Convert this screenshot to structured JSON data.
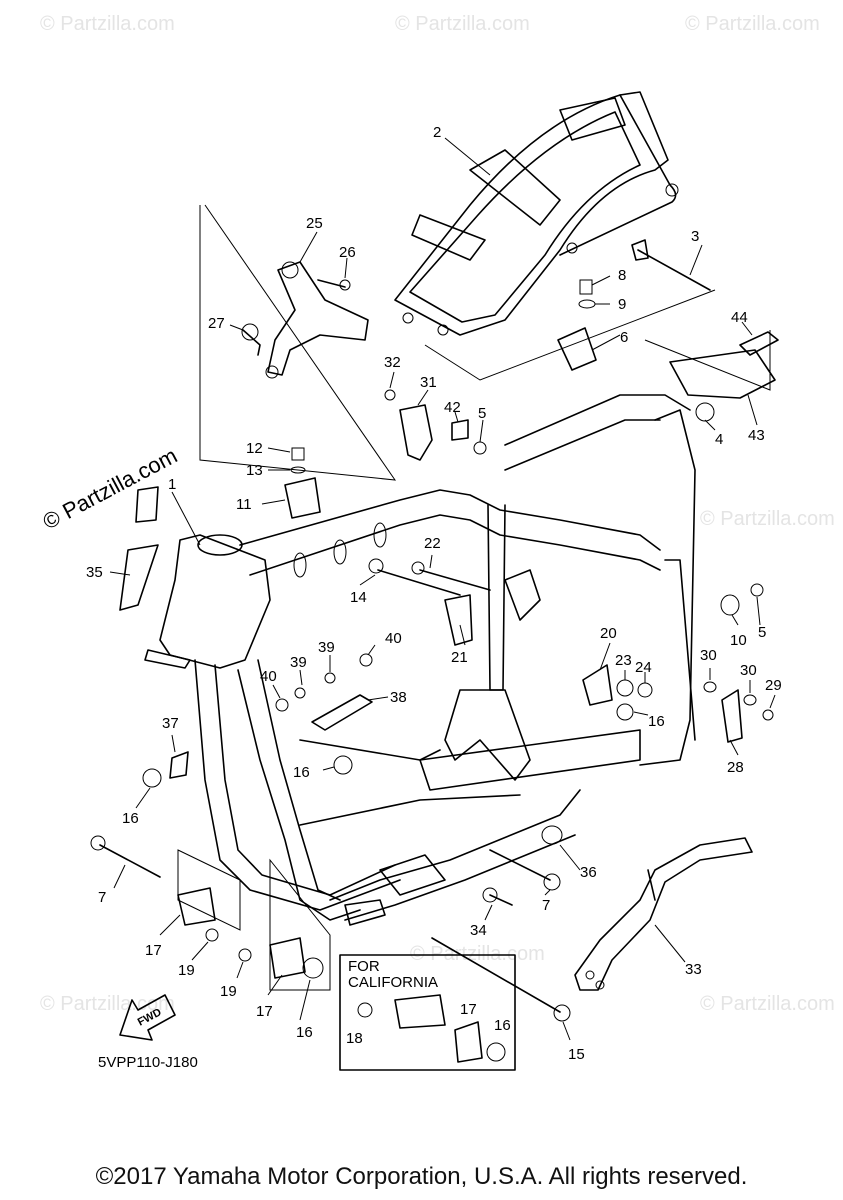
{
  "watermark": {
    "brand": "© Partzilla.com",
    "faint_text": "© Partzilla.com"
  },
  "diagram_code": "5VPP110-J180",
  "fwd_label": "FWD",
  "california_box": {
    "title_line1": "FOR",
    "title_line2": "CALIFORNIA",
    "callouts": [
      "17",
      "18",
      "16"
    ]
  },
  "callouts": [
    {
      "id": "c1",
      "text": "1"
    },
    {
      "id": "c2",
      "text": "2"
    },
    {
      "id": "c3",
      "text": "3"
    },
    {
      "id": "c4",
      "text": "4"
    },
    {
      "id": "c5a",
      "text": "5"
    },
    {
      "id": "c5b",
      "text": "5"
    },
    {
      "id": "c6",
      "text": "6"
    },
    {
      "id": "c7a",
      "text": "7"
    },
    {
      "id": "c7b",
      "text": "7"
    },
    {
      "id": "c8",
      "text": "8"
    },
    {
      "id": "c9",
      "text": "9"
    },
    {
      "id": "c10",
      "text": "10"
    },
    {
      "id": "c11",
      "text": "11"
    },
    {
      "id": "c12",
      "text": "12"
    },
    {
      "id": "c13",
      "text": "13"
    },
    {
      "id": "c14",
      "text": "14"
    },
    {
      "id": "c15",
      "text": "15"
    },
    {
      "id": "c16a",
      "text": "16"
    },
    {
      "id": "c16b",
      "text": "16"
    },
    {
      "id": "c16c",
      "text": "16"
    },
    {
      "id": "c16d",
      "text": "16"
    },
    {
      "id": "c17a",
      "text": "17"
    },
    {
      "id": "c17b",
      "text": "17"
    },
    {
      "id": "c19a",
      "text": "19"
    },
    {
      "id": "c19b",
      "text": "19"
    },
    {
      "id": "c20",
      "text": "20"
    },
    {
      "id": "c21",
      "text": "21"
    },
    {
      "id": "c22",
      "text": "22"
    },
    {
      "id": "c23",
      "text": "23"
    },
    {
      "id": "c24",
      "text": "24"
    },
    {
      "id": "c25",
      "text": "25"
    },
    {
      "id": "c26",
      "text": "26"
    },
    {
      "id": "c27",
      "text": "27"
    },
    {
      "id": "c28",
      "text": "28"
    },
    {
      "id": "c29",
      "text": "29"
    },
    {
      "id": "c30a",
      "text": "30"
    },
    {
      "id": "c30b",
      "text": "30"
    },
    {
      "id": "c31",
      "text": "31"
    },
    {
      "id": "c32",
      "text": "32"
    },
    {
      "id": "c33",
      "text": "33"
    },
    {
      "id": "c34",
      "text": "34"
    },
    {
      "id": "c35",
      "text": "35"
    },
    {
      "id": "c36",
      "text": "36"
    },
    {
      "id": "c37",
      "text": "37"
    },
    {
      "id": "c38",
      "text": "38"
    },
    {
      "id": "c39a",
      "text": "39"
    },
    {
      "id": "c39b",
      "text": "39"
    },
    {
      "id": "c40a",
      "text": "40"
    },
    {
      "id": "c40b",
      "text": "40"
    },
    {
      "id": "c42",
      "text": "42"
    },
    {
      "id": "c43",
      "text": "43"
    },
    {
      "id": "c44",
      "text": "44"
    }
  ],
  "copyright": "©2017 Yamaha Motor Corporation, U.S.A. All rights reserved."
}
